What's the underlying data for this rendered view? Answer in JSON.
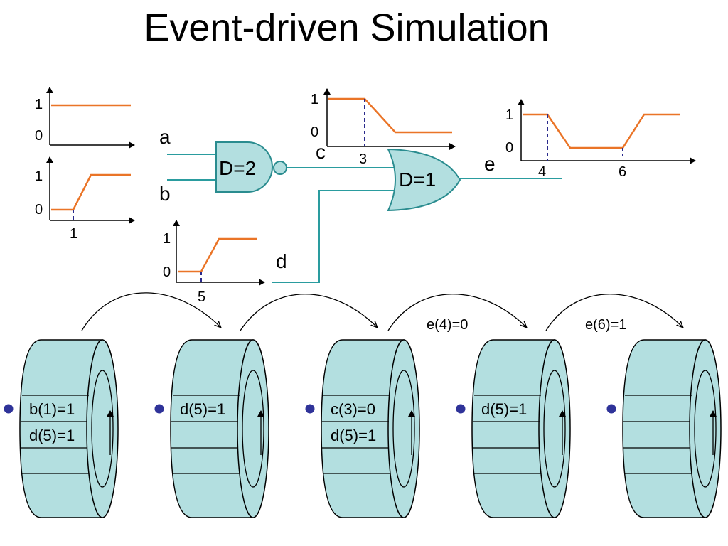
{
  "title": "Event-driven Simulation",
  "signals": {
    "a": "a",
    "b": "b",
    "c": "c",
    "d": "d",
    "e": "e"
  },
  "gates": {
    "and_label": "D=2",
    "or_label": "D=1"
  },
  "waveforms": {
    "a": {
      "y1": "1",
      "y0": "0"
    },
    "b": {
      "y1": "1",
      "y0": "0",
      "t": "1"
    },
    "c": {
      "y1": "1",
      "y0": "0",
      "t": "3"
    },
    "d": {
      "y1": "1",
      "y0": "0",
      "t": "5"
    },
    "e": {
      "y1": "1",
      "y0": "0",
      "t1": "4",
      "t2": "6"
    }
  },
  "transitions": [
    "",
    "",
    "e(4)=0",
    "e(6)=1"
  ],
  "queues": [
    {
      "events": [
        "b(1)=1",
        "d(5)=1"
      ]
    },
    {
      "events": [
        "d(5)=1"
      ]
    },
    {
      "events": [
        "c(3)=0",
        "d(5)=1"
      ]
    },
    {
      "events": [
        "d(5)=1"
      ]
    },
    {
      "events": []
    }
  ]
}
